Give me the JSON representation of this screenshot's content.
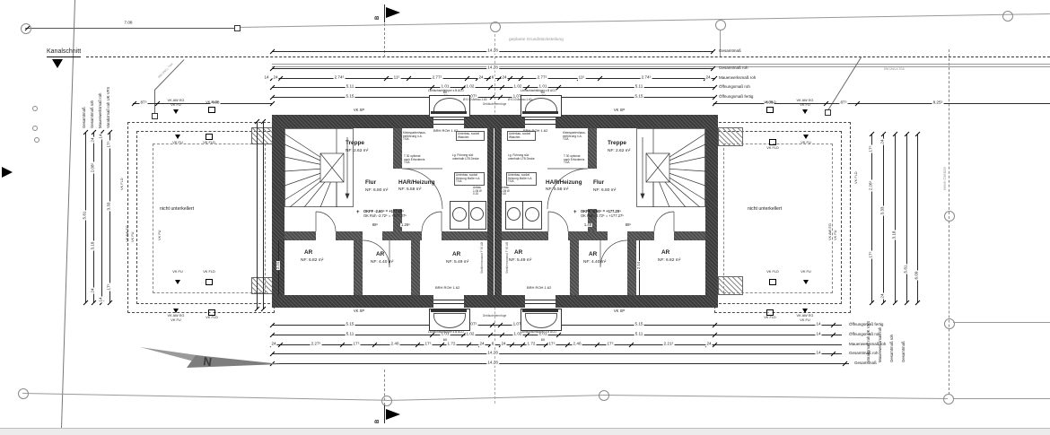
{
  "drawing": {
    "kanalschnitt": "Kanalschnitt",
    "teilung": "geplante Grundstücksteilung",
    "neue_grenze": "neue Grenze",
    "section": "B",
    "north": "N",
    "nicht_unterkellert": "nicht unterkellert",
    "trennfuge": "Gebäudetrennfuge"
  },
  "rooms": {
    "treppe": {
      "name": "Treppe",
      "area": "NF: 2.62 m²"
    },
    "flur": {
      "name": "Flur",
      "area": "NF: 6.80 m²"
    },
    "har": {
      "name": "HAR/Heizung",
      "area": "NF:   5.58 m²"
    },
    "ar_l": {
      "name": "AR",
      "area": "NF: 6.82 m²"
    },
    "ar_m": {
      "name": "AR",
      "area": "NF: 4.40 m²"
    },
    "ar_s": {
      "name": "AR",
      "area": "NF: 5.49 m²"
    }
  },
  "levels": {
    "okff": "OKFF -2.60⁵ = +177.20⁵",
    "okroh": "OK Roh -2.72⁵ = +177.27⁵"
  },
  "window": {
    "shaft": "Lichtschachtkörper z.B ACO",
    "brh": "BRH ROH 1.62",
    "anbau": "Ø 0.10  Anbau 1.60"
  },
  "marks": {
    "vk_sp": "VK SP",
    "vk_fu": "VK FU",
    "vk_fld": "VK FLD",
    "vk_aw": "VK AW EG"
  },
  "tech": {
    "sparten": "Kleinspartenhaus- einführung n.A. TGA",
    "t30": "T 30 optional nach Erfordernis TGA",
    "waschm": "Unterbau- sockel Waschm.",
    "lueftung": "Lg. Führung süd unterhalb LTB Decke",
    "heizung": "Unterbau- sockel Heizung Maße n.A. TGA",
    "anbau_s": "Anbau 1.05 Ø 0.10",
    "pipe1": "RW DN/LL TGA",
    "pipe2": "DW DN/LA TGA",
    "beton": "Stahlbetonwand F 90 AB"
  },
  "chain_labels": {
    "gesamt": "Gesamtmaß",
    "gesamt_roh": "Gesamtmaß roh",
    "mw_roh": "Mauerwerksmaß roh",
    "oeff_roh": "Öffnungsmaß roh",
    "oeff_fertig": "Öffnungsmaß fertig",
    "vorabz": "Vorabzmaß roh UK VFS"
  },
  "dims": {
    "total": "14.28",
    "kanal": "7.08",
    "c87": "87⁵",
    "c408": "4.08",
    "c825": "8.25⁵",
    "mw": {
      "a": "24",
      "b": "2.74⁵",
      "c": "11⁵",
      "d": "2.77⁵",
      "e": "24",
      "f": "6"
    },
    "or": {
      "a": "5.11",
      "b": "1.01",
      "b2": "60",
      "c": "1.02"
    },
    "of": {
      "a": "5.15",
      "b": "91",
      "b2": "55",
      "c": "1.07⁵"
    },
    "bm": {
      "a": "24",
      "b": "2.27⁵",
      "br": "2.21⁵",
      "c": "17⁵",
      "d": "2.40",
      "e": "17⁵",
      "f": "1.72",
      "g": "24",
      "h": "6"
    },
    "lv": {
      "t": "5.81",
      "a": "2.08⁵",
      "b": "3.18",
      "c": "3.33",
      "s24": "24",
      "s17": "17⁵",
      "s14": "14"
    },
    "rv": {
      "t": "5.81",
      "t2": "6.09",
      "a": "2.26⁵",
      "b": "3.18",
      "c": "3.33"
    },
    "door_l": {
      "a": "88⁵",
      "b": "1.26⁵"
    },
    "door_r": {
      "a": "1.48",
      "b": "88⁵"
    },
    "int_l": "2.24",
    "int_r": "2.14"
  }
}
